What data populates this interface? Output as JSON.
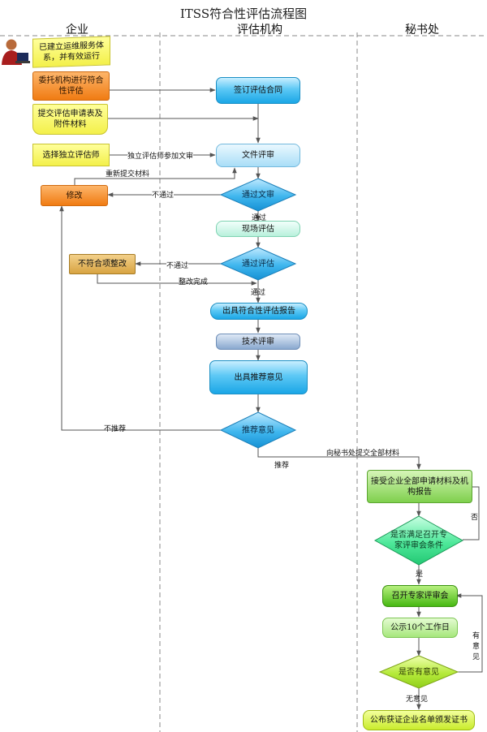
{
  "title": "ITSS符合性评估流程图",
  "lanes": {
    "company": "企业",
    "agency": "评估机构",
    "secretariat": "秘书处"
  },
  "nodes": {
    "established": "已建立运维服务体系，并有效运行",
    "entrust": "委托机构进行符合性评估",
    "submit_form": "提交评估申请表及附件材料",
    "choose_assessor": "选择独立评估师",
    "modify": "修改",
    "sign_contract": "签订评估合同",
    "doc_review": "文件评审",
    "pass_doc_review": "通过文审",
    "onsite_eval": "现场评估",
    "pass_eval": "通过评估",
    "nonconformity_fix": "不符合项整改",
    "issue_report": "出具符合性评估报告",
    "tech_review": "技术评审",
    "issue_recommend": "出具推荐意见",
    "recommend": "推荐意见",
    "accept_materials": "接受企业全部申请材料及机构报告",
    "meet_conditions": "是否满足召开专家评审会条件",
    "hold_meeting": "召开专家评审会",
    "publicize": "公示10个工作日",
    "any_objection": "是否有意见",
    "publish": "公布获证企业名单颁发证书"
  },
  "edge_labels": {
    "assessor_joins": "独立评估师参加文审",
    "resubmit": "重新提交材料",
    "fail_doc": "不通过",
    "pass_doc": "通过",
    "fail_eval": "不通过",
    "fixed": "整改完成",
    "pass_eval": "通过",
    "not_recommend": "不推荐",
    "recommend": "推荐",
    "submit_all": "向秘书处提交全部材料",
    "no": "否",
    "yes": "是",
    "has_objection": "有意见",
    "no_objection": "无意见"
  },
  "colors": {
    "company_orange": "#f07b12",
    "company_yellow": "#f3f04a",
    "agency_blue": "#1aa6e6",
    "decision_blue": "#1e9be0",
    "secretariat_green": "#47b812",
    "decision_green": "#38e08a",
    "connector": "#555555",
    "lane_divider": "#888888"
  }
}
